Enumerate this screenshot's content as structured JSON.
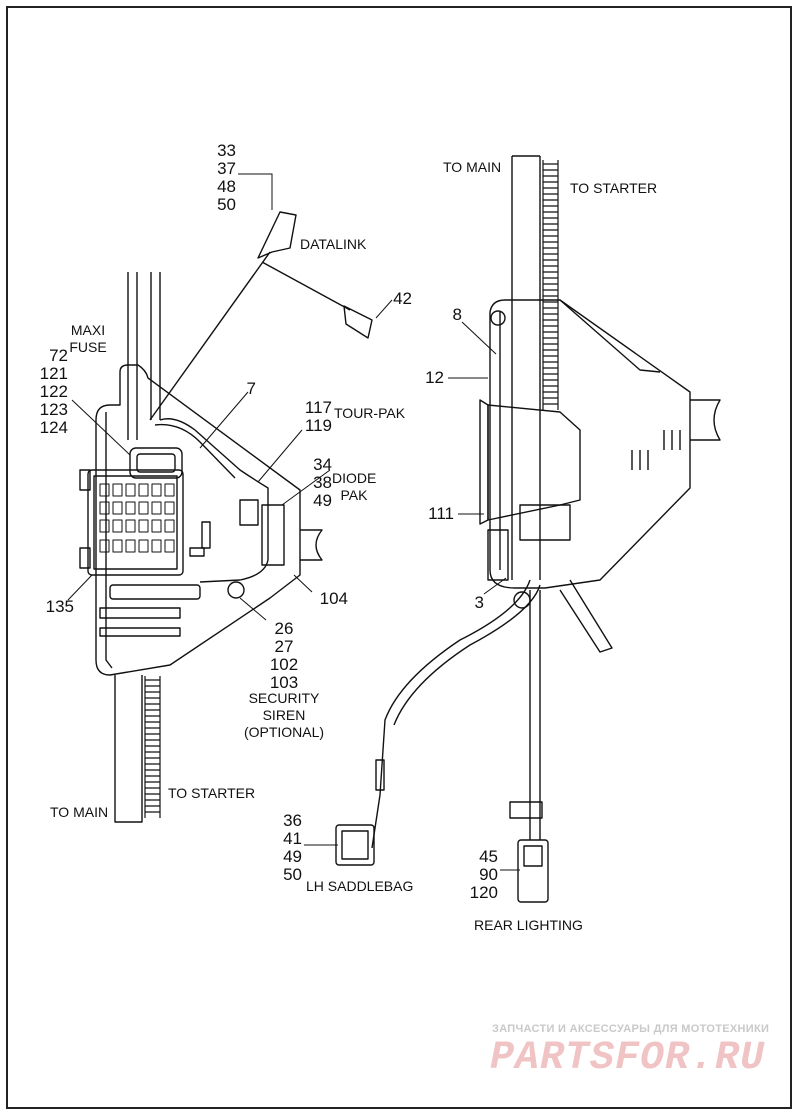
{
  "callouts": {
    "datalink_parts": [
      "33",
      "37",
      "48",
      "50"
    ],
    "datalink_label": "DATALINK",
    "part_42": "42",
    "maxi_fuse": [
      "MAXI",
      "FUSE"
    ],
    "maxi_parts": [
      "72",
      "121",
      "122",
      "123",
      "124"
    ],
    "part_7": "7",
    "tourpak_parts": [
      "117",
      "119"
    ],
    "tourpak_label": "TOUR-PAK",
    "diode_parts": [
      "34",
      "38",
      "49"
    ],
    "diode_label": [
      "DIODE",
      "PAK"
    ],
    "part_135": "135",
    "part_104": "104",
    "siren_parts": [
      "26",
      "27",
      "102",
      "103"
    ],
    "siren_label": [
      "SECURITY",
      "SIREN",
      "(OPTIONAL)"
    ],
    "left_to_starter": "TO STARTER",
    "left_to_main": "TO MAIN",
    "right_to_main": "TO MAIN",
    "right_to_starter": "TO STARTER",
    "part_8": "8",
    "part_12": "12",
    "part_111": "111",
    "part_3": "3",
    "saddlebag_parts": [
      "36",
      "41",
      "49",
      "50"
    ],
    "saddlebag_label": "LH SADDLEBAG",
    "rear_parts": [
      "45",
      "90",
      "120"
    ],
    "rear_label": "REAR LIGHTING"
  },
  "watermark": {
    "tagline": "ЗАПЧАСТИ И АКСЕССУАРЫ ДЛЯ МОТОТЕХНИКИ",
    "logo": "PARTSFOR.RU"
  }
}
